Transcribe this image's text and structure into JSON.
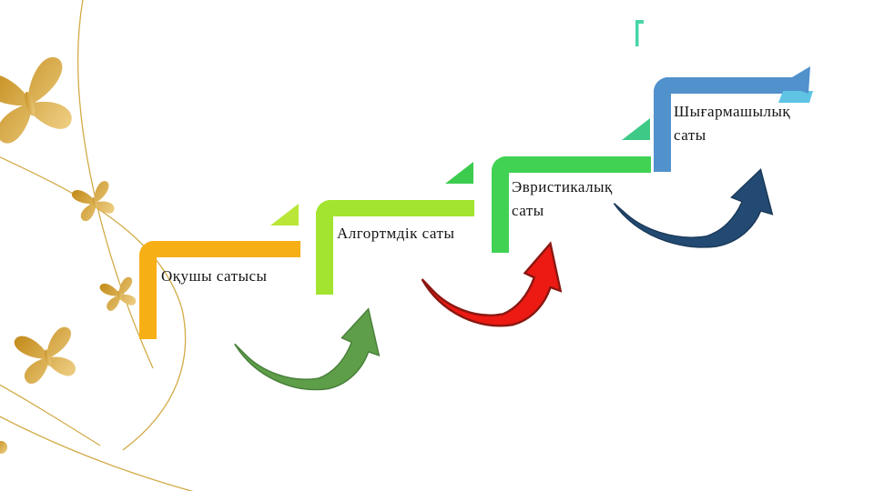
{
  "slide": {
    "background": "#ffffff",
    "accent_mark_color": "#47d5a9"
  },
  "diagram": {
    "type": "step-up-process",
    "steps": [
      {
        "label": "Оқушы сатысы",
        "color": "#f7af16"
      },
      {
        "label": "Алгортмдік саты",
        "color": "#a2e42f"
      },
      {
        "label": "Эвристикалық саты",
        "color": "#41d254"
      },
      {
        "label": "Шығармашылық саты",
        "color": "#5191cc"
      }
    ],
    "step_triangles": [
      {
        "color": "#b9e637"
      },
      {
        "color": "#3ccb4d"
      },
      {
        "color": "#3ec986"
      }
    ],
    "top_arrow_accent_color": "#5fc4e4",
    "curved_arrows": [
      {
        "fill": "#5e9e49",
        "stroke": "#497f3a"
      },
      {
        "fill": "#ec1a13",
        "stroke": "#8a1711"
      },
      {
        "fill": "#234a72",
        "stroke": "#1b3a5a"
      }
    ],
    "decoration": {
      "butterfly_color_dark": "#c28a18",
      "butterfly_color_light": "#f0d188",
      "vine_color": "#cda233"
    }
  }
}
